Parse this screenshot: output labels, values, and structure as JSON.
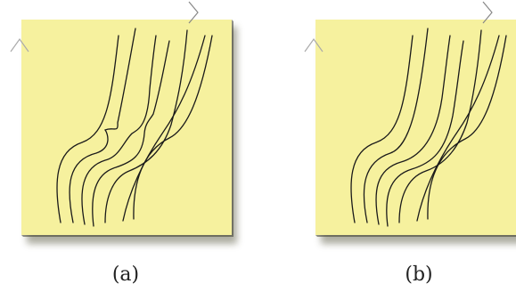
{
  "figure": {
    "panels": [
      {
        "id": "a",
        "caption": "(a)",
        "variant": "crossing-bumps"
      },
      {
        "id": "b",
        "caption": "(b)",
        "variant": "smooth"
      }
    ],
    "colors": {
      "card_fill": "#f6f19e",
      "card_shadow": "#8a8a70",
      "stroke": "#1a1a1a",
      "axis": "#555555"
    }
  }
}
